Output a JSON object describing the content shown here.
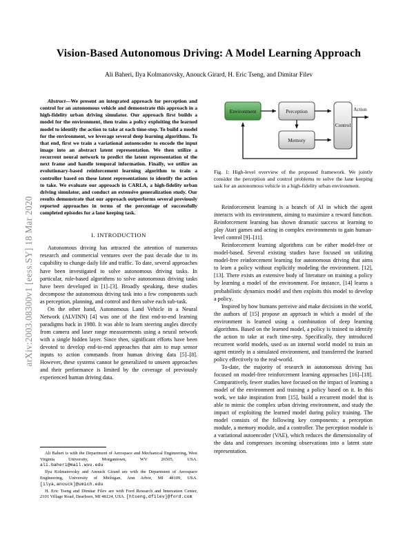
{
  "arxiv": {
    "stamp": "arXiv:2003.08300v1  [eess.SY]  18 Mar 2020"
  },
  "paper": {
    "title": "Vision-Based Autonomous Driving: A Model Learning Approach",
    "authors": "Ali Baheri, Ilya Kolmanovsky, Anouck Girard, H. Eric Tseng, and Dimitar Filev"
  },
  "abstract": {
    "label": "Abstract",
    "dash": "—",
    "text": "We present an integrated approach for perception and control for an autonomous vehicle and demonstrate this approach in a high-fidelity urban driving simulator. Our approach first builds a model for the environment, then trains a policy exploiting the learned model to identify the action to take at each time-step. To build a model for the environment, we leverage several deep learning algorithms. To that end, first we train a variational autoencoder to encode the input image into an abstract latent representation. We then utilize a recurrent neural network to predict the latent representation of the next frame and handle temporal information. Finally, we utilize an evolutionary-based reinforcement learning algorithm to train a controller based on these latent representations to identify the action to take. We evaluate our approach in CARLA, a high-fidelity urban driving simulator, and conduct an extensive generalization study. Our results demonstrate that our approach outperforms several previously reported approaches in terms of the percentage of successfully completed episodes for a lane keeping task."
  },
  "sections": {
    "introduction_head": "I.  INTRODUCTION"
  },
  "left_column": {
    "paragraphs": [
      "Autonomous driving has attracted the attention of numerous research and commercial ventures over the past decade due to its capability to change daily life and traffic. To date, several approaches have been investigated to solve autonomous driving tasks. In particular, rule-based algorithms to solve autonomous driving tasks have been developed in [1]–[3]. Broadly speaking, these studies decompose the autonomous driving task into a few components such as perception, planning, and control and then solve each sub-task.",
      "On the other hand, Autonomous Land Vehicle in a Neural Network (ALVINN) [4] was one of the first end-to-end learning paradigms back in 1980. It was able to learn steering angles directly from camera and laser range measurements using a neural network with a single hidden layer. Since then, significant efforts have been devoted to develop end-to-end approaches that aim to map sensor inputs to action commands from human driving data [5]–[8]. However, these systems cannot be generalized to unseen approaches and their performance is limited by the coverage of previously experienced human driving data."
    ]
  },
  "right_column": {
    "paragraphs": [
      "Reinforcement learning is a branch of AI in which the agent interacts with its environment, aiming to maximize a reward function. Reinforcement learning has shown dramatic success at learning to play Atari games and acting in complex environments to gain human-level control [9]–[11].",
      "Reinforcement learning algorithms can be either model-free or model-based. Several existing studies have focused on utilizing model-free reinforcement learning for autonomous driving that aims to learn a policy without explicitly modeling the environment. [12], [13]. There exists an extensive body of literature on training a policy by learning a model of the environment. For instance, [14] learns a probabilistic dynamics model and then exploits this model to develop a policy.",
      "Inspired by how humans perceive and make decisions in the world, the authors of [15] propose an approach in which a model of the environment is learned using a combination of deep learning algorithms. Based on the learned model, a policy is trained to identify the action to take at each time-step. Specifically, they introduced recurrent world models, used as an internal world model to train an agent entirely in a simulated environment, and transferred the learned policy effectively to the real-world.",
      "To-date, the majority of research in autonomous driving has focused on model-free reinforcement learning approaches [16]–[18]. Comparatively, fewer studies have focused on the impact of learning a model of the environment and training a policy based on it. In this work, we take inspiration from [15], build a recurrent model that is able to mimic the complex urban driving environment, and study the impact of exploiting the learned model during policy training. The model consists of the following key components: a perception module, a memory module, and a controller. The perception module is a variational autoencoder (VAE), which reduces the dimensionality of the data and compresses incoming observations into a latent state representation."
    ]
  },
  "figure": {
    "caption": "Fig. 1: High-level overview of the proposed framework. We jointly consider the perception and control problems to solve the lane keeping task for an autonomous vehicle in a high-fidelity urban environment.",
    "nodes": {
      "environment": "Environment",
      "perception": "Perception",
      "memory": "Memory",
      "control": "Control"
    },
    "output_label": "Action",
    "colors": {
      "environment_fill": "#4d9a4d",
      "environment_fill_light": "#8cc98c",
      "box_fill": "#d9d9d9",
      "box_fill_light": "#f5f5f5",
      "stroke": "#333333"
    }
  },
  "footnotes": [
    {
      "text": "Ali Baheri is with the Department of Aerospace and Mechanical Engineering, West Virginia University, Morgantown, WV 26505, USA.",
      "email": "ali.baheri@mail.wvu.edu"
    },
    {
      "text": "Ilya Kolmanovsky and Anouck Girard are with the Department of Aerospace Engineering, University of Michigan, Ann Arbor, MI 48109, USA.",
      "email": "[ilya,anouck]@umich.edu"
    },
    {
      "text": "H. Eric Tseng and Dimitar Filev are with Ford Research and Innovation Center, 2101 Village Road, Dearborn, MI 48124, USA.",
      "email": "[htseng,dfilev]@ford.com"
    }
  ]
}
